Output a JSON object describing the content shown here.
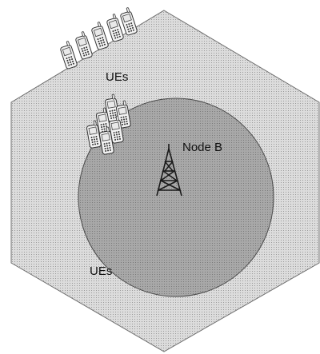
{
  "labels": {
    "ues_top": "UEs",
    "node_b": "Node B",
    "ues_bottom": "UEs"
  },
  "colors": {
    "cell_fill": "#d9d9d9",
    "cell_stroke": "#6f6f6f",
    "coverage_fill": "#a6a6a6",
    "coverage_stroke": "#4a4a4a",
    "phone_body": "#f2f2f2",
    "phone_stroke": "#333333",
    "phone_screen": "#e9e9e9",
    "tower": "#1a1a1a"
  },
  "icons": {
    "cell": "hexagon-cell-icon",
    "coverage": "coverage-circle-icon",
    "tower": "radio-tower-icon",
    "phone": "mobile-phone-icon"
  }
}
